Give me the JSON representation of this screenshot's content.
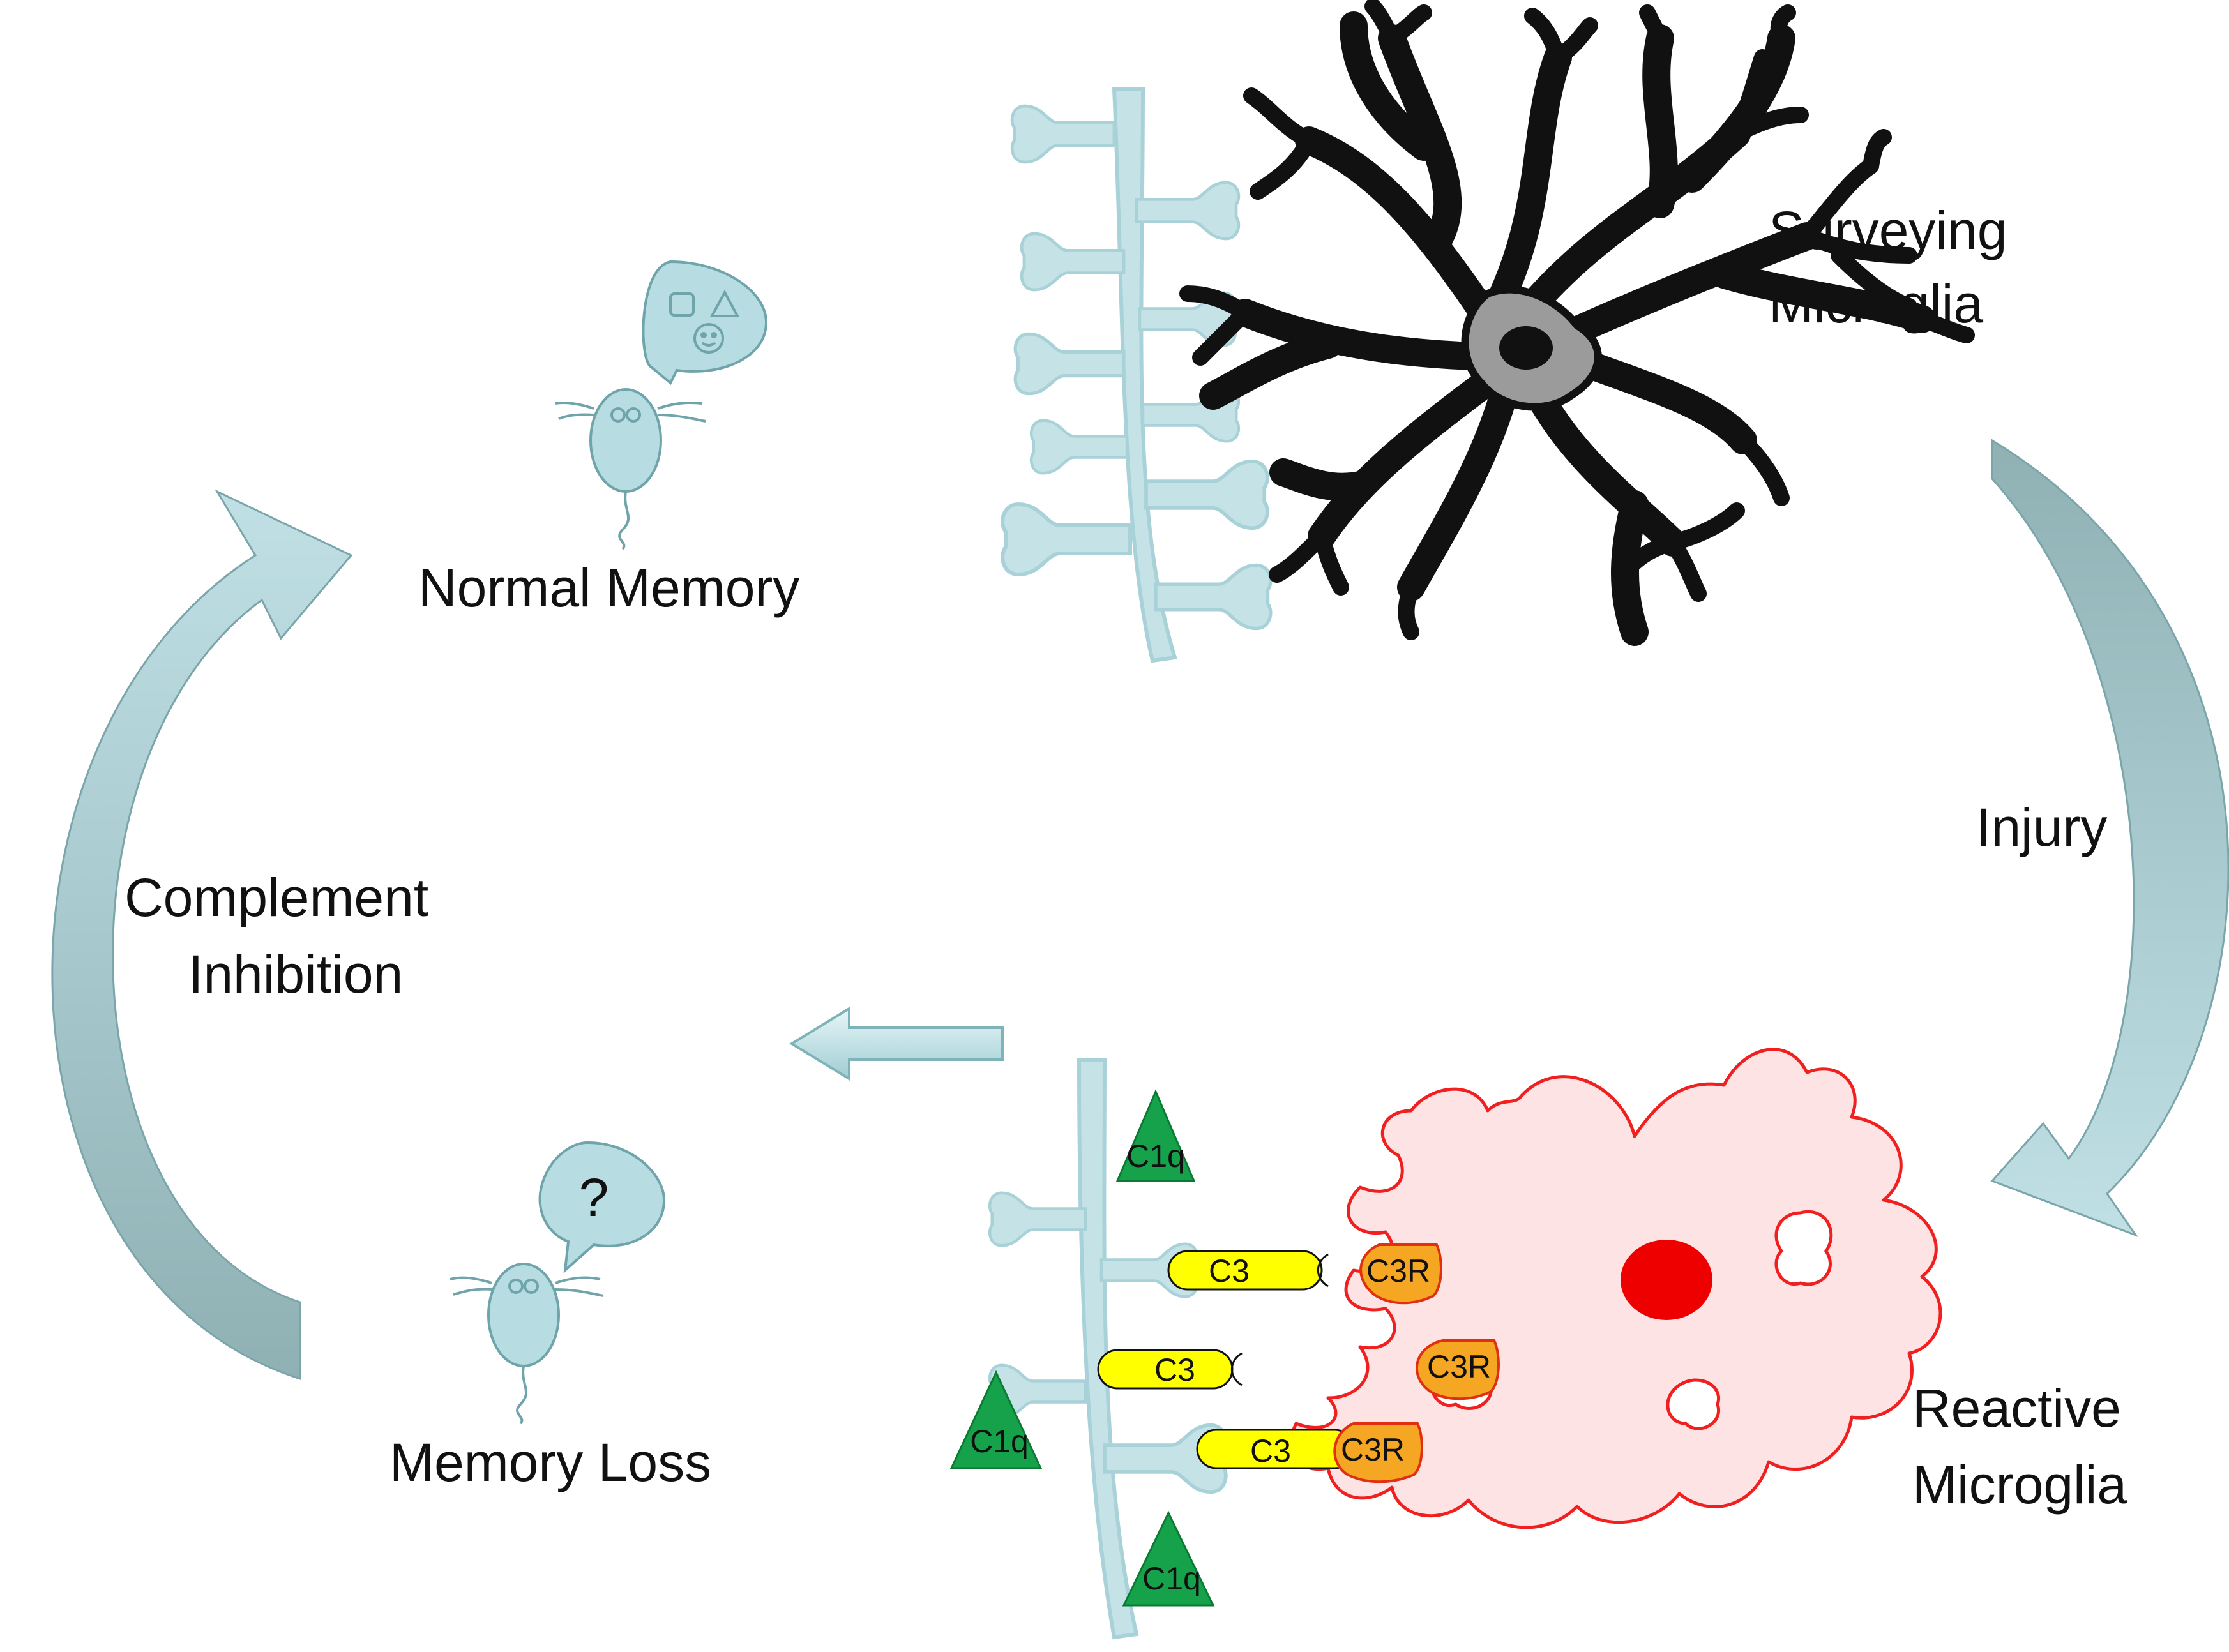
{
  "labels": {
    "surveying_line1": "Surveying",
    "surveying_line2": "Microglia",
    "reactive_line1": "Reactive",
    "reactive_line2": "Microglia",
    "injury": "Injury",
    "complement_line1": "Complement",
    "complement_line2": "Inhibition",
    "normal_memory": "Normal Memory",
    "memory_loss": "Memory Loss",
    "question_mark": "?"
  },
  "molecules": {
    "c1q": "C1q",
    "c3": "C3",
    "c3r": "C3R"
  },
  "colors": {
    "dendrite": "#c5e3e7",
    "dendrite_stroke": "#a9d2d8",
    "mouse": "#b7dde2",
    "mouse_stroke": "#6fa4ab",
    "arrow_injury_dark": "#8fb1b4",
    "arrow_injury_light": "#c0e0e5",
    "surveying_body": "#9b9b9b",
    "surveying_stroke": "#111111",
    "reactive_fill": "#fde3e3",
    "reactive_stroke": "#f02020",
    "nucleus_reactive": "#ee0000",
    "c1q_fill": "#16a24a",
    "c3_fill": "#ffff00",
    "c3r_fill": "#f5a623"
  }
}
